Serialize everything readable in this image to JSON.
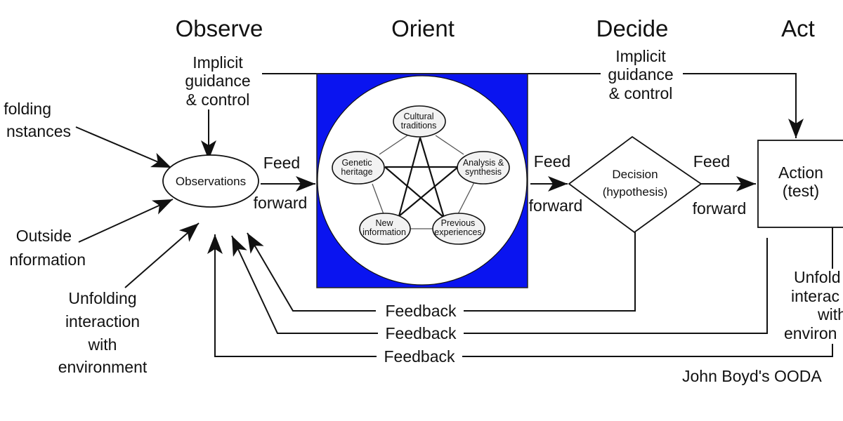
{
  "phases": {
    "observe": "Observe",
    "orient": "Orient",
    "decide": "Decide",
    "act": "Act"
  },
  "guidance": {
    "left": [
      "Implicit",
      "guidance",
      "& control"
    ],
    "right": [
      "Implicit",
      "guidance",
      "& control"
    ]
  },
  "inputs": {
    "unfolding_circumstances": [
      "folding",
      "nstances"
    ],
    "outside_information": [
      "Outside",
      "nformation"
    ],
    "unfolding_interaction": [
      "Unfolding",
      "interaction",
      "with",
      "environment"
    ]
  },
  "nodes": {
    "observations": "Observations",
    "decision": [
      "Decision",
      "(hypothesis)"
    ],
    "action": [
      "Action",
      "(test)"
    ]
  },
  "feed_forward": {
    "top": "Feed",
    "bottom": "forward"
  },
  "orient_factors": {
    "cultural": [
      "Cultural",
      "traditions"
    ],
    "genetic": [
      "Genetic",
      "heritage"
    ],
    "analysis": [
      "Analysis &",
      "synthesis"
    ],
    "new_info": [
      "New",
      "information"
    ],
    "previous": [
      "Previous",
      "experiences"
    ]
  },
  "feedback": [
    "Feedback",
    "Feedback",
    "Feedback"
  ],
  "right_interaction": [
    "Unfold",
    "interac",
    "with",
    "environ"
  ],
  "caption": "John Boyd's OODA",
  "colors": {
    "orient_bg": "#0a14f0",
    "ink": "#111111",
    "node_fill": "#f2f2f2"
  }
}
